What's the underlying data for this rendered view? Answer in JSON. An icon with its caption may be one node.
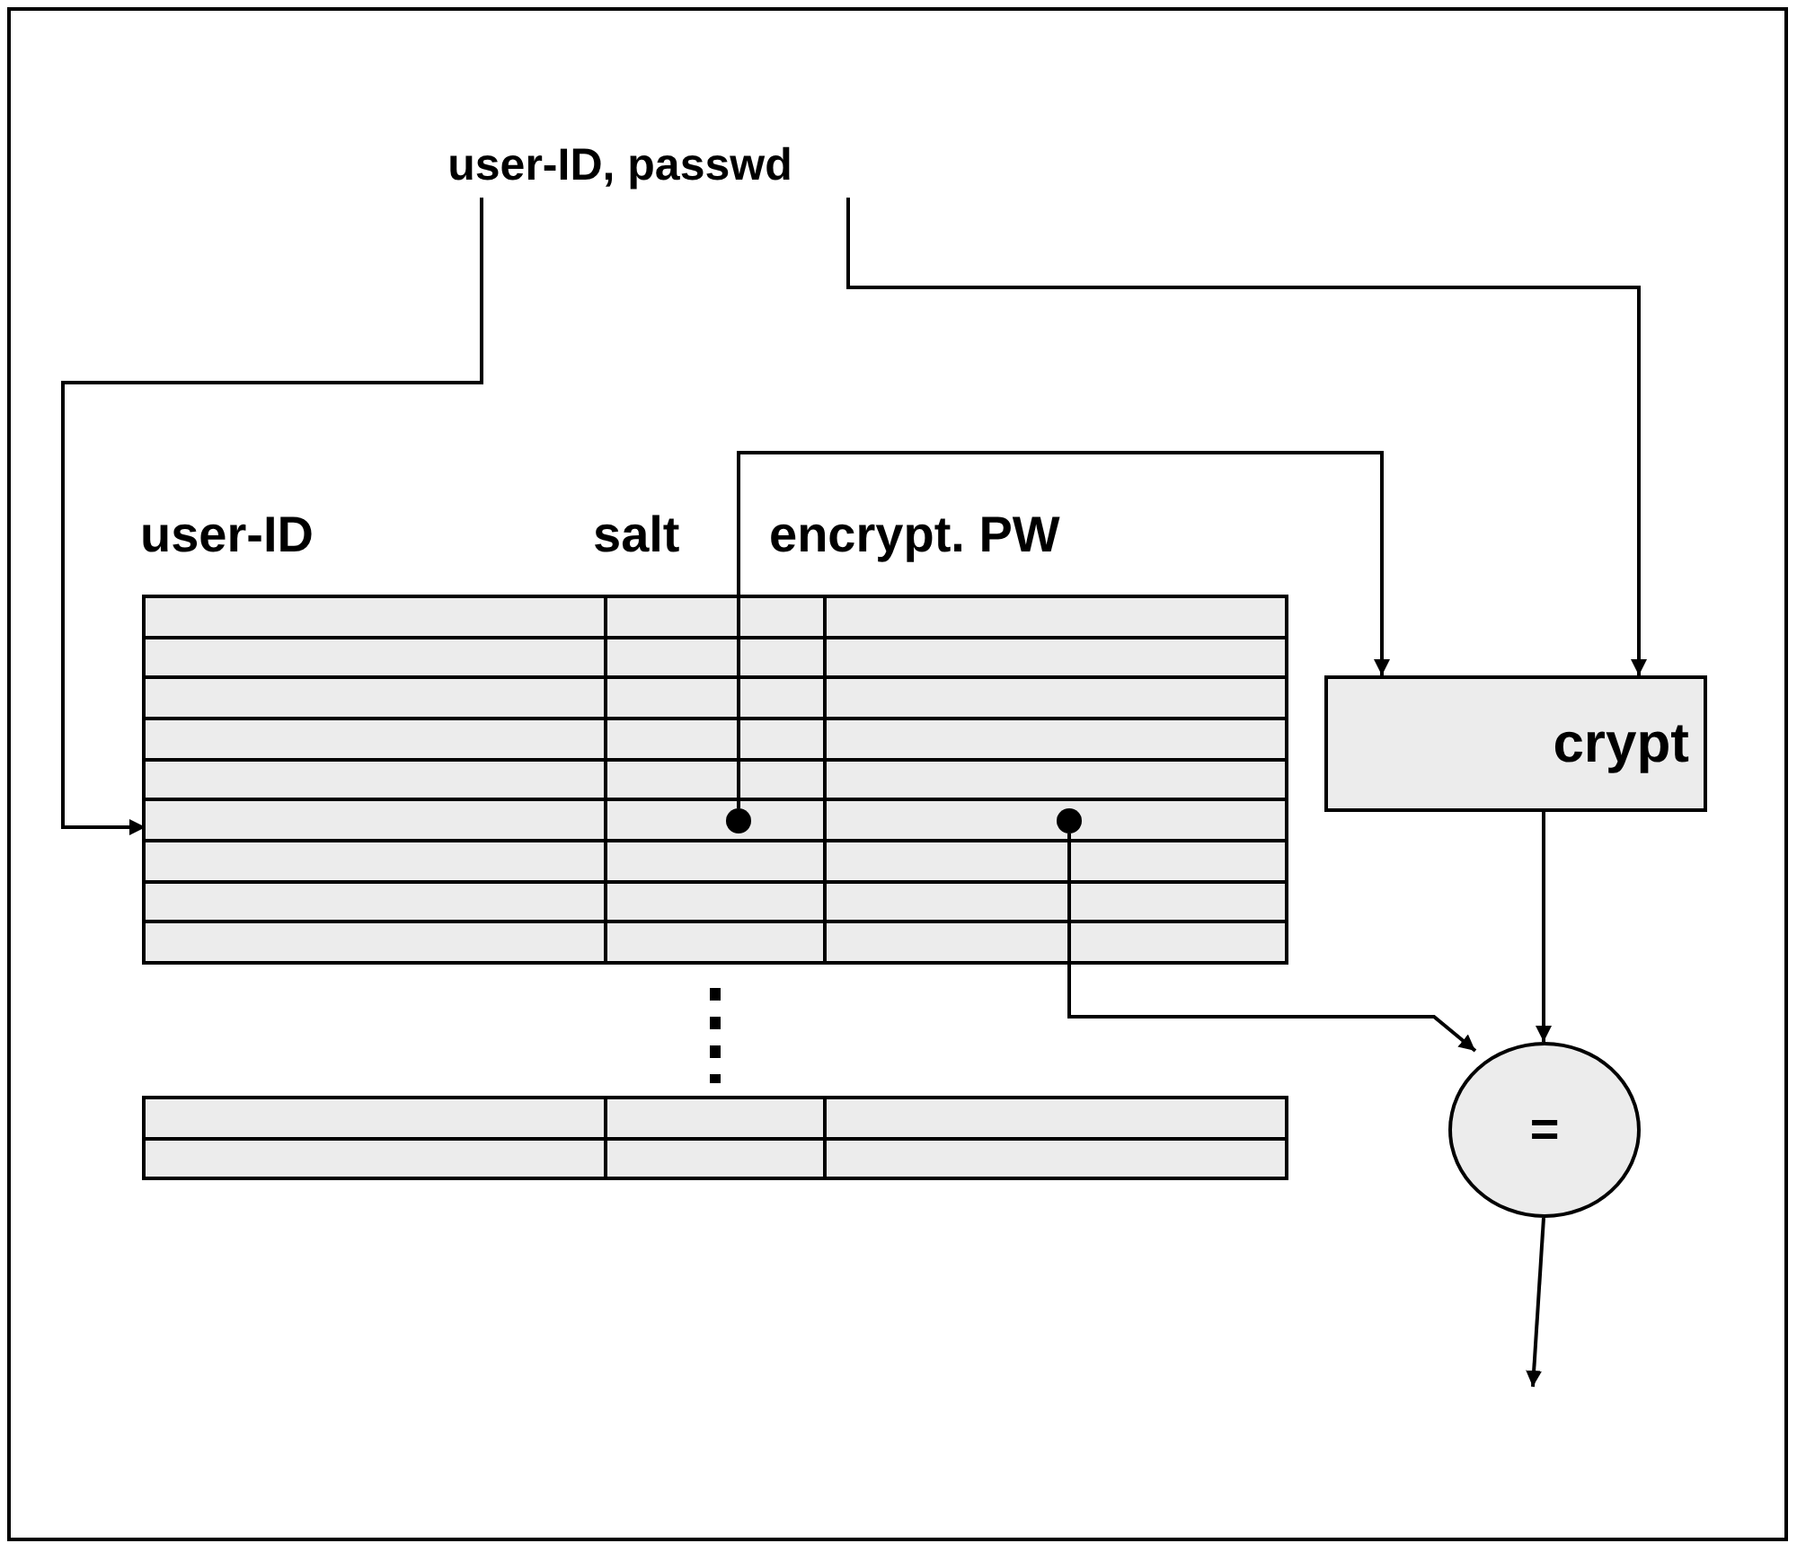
{
  "diagram": {
    "nodes": [
      {
        "text": [
          "user-ID, passwd"
        ]
      },
      {
        "text": [],
        "shape": "bar"
      },
      {
        "text": [],
        "shape": "circle",
        "in": 1
      },
      {
        "text": [],
        "shape": "circle",
        "in": 1
      },
      {
        "text": [
          "crypt"
        ]
      },
      {
        "text": [
          "="
        ]
      }
    ],
    "edges": [
      {
        "from": 0,
        "to": 1,
        "arrow": "to"
      },
      {
        "from": 0,
        "to": 4,
        "arrow": "to"
      },
      {
        "from": 2,
        "to": 4,
        "arrow": "to"
      },
      {
        "from": 4,
        "to": 5,
        "arrow": "to"
      },
      {
        "from": 3,
        "to": 5,
        "arrow": "to"
      },
      {
        "from": 5,
        "to": null,
        "arrow": "to"
      }
    ],
    "labels": [
      "user-ID",
      "salt",
      "encrypt. PW"
    ]
  }
}
